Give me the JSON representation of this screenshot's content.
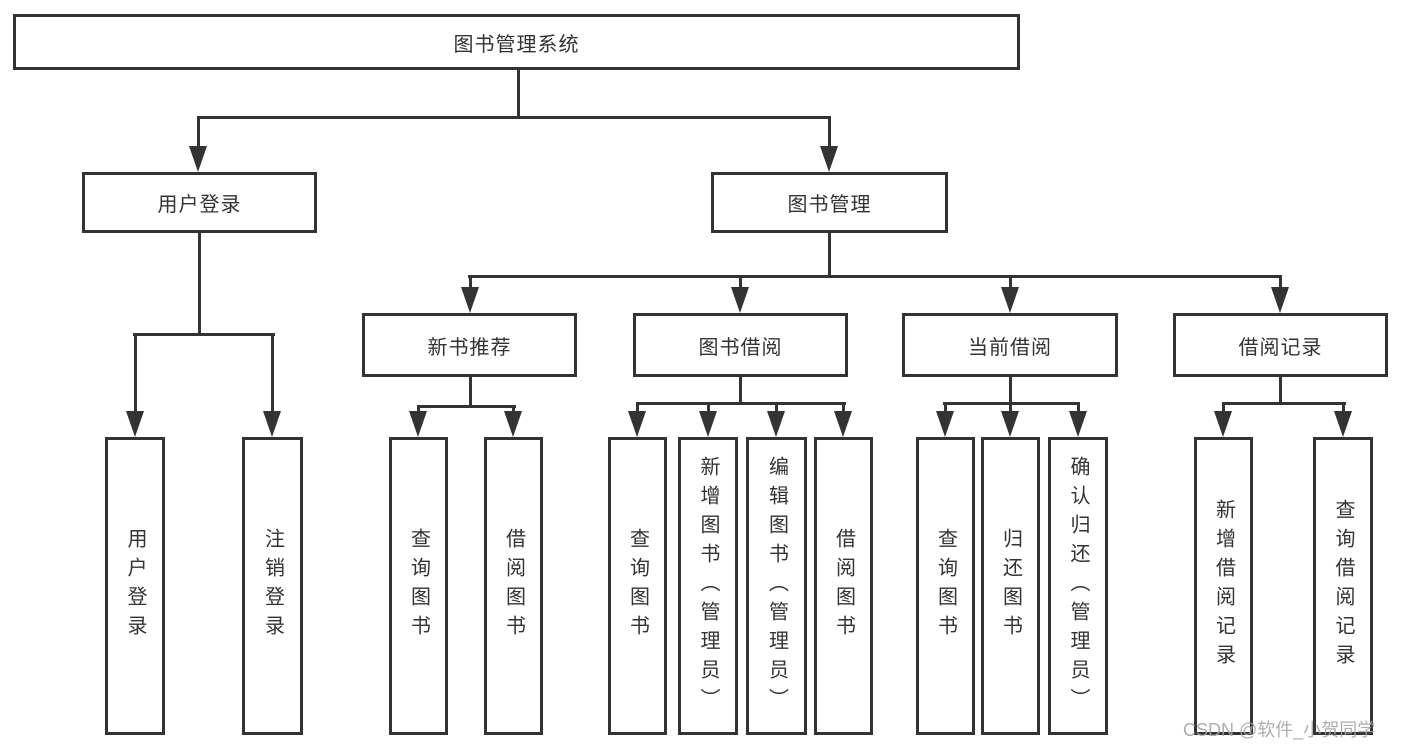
{
  "diagram": {
    "title_node": {
      "label": "图书管理系统"
    },
    "level2": [
      {
        "label": "用户登录"
      },
      {
        "label": "图书管理"
      }
    ],
    "level3": [
      {
        "label": "新书推荐"
      },
      {
        "label": "图书借阅"
      },
      {
        "label": "当前借阅"
      },
      {
        "label": "借阅记录"
      }
    ],
    "leaves": {
      "login": [
        "用户登录",
        "注销登录"
      ],
      "newbook": [
        "查询图书",
        "借阅图书"
      ],
      "borrow": [
        "查询图书",
        "新增图书（管理员）",
        "编辑图书（管理员）",
        "借阅图书"
      ],
      "current": [
        "查询图书",
        "归还图书",
        "确认归还（管理员）"
      ],
      "records": [
        "新增借阅记录",
        "查询借阅记录"
      ]
    },
    "watermark": "CSDN @软件_小贺同学",
    "colors": {
      "line": "#333333",
      "text": "#333333",
      "watermark": "#a5a5a5",
      "background": "#ffffff"
    }
  }
}
